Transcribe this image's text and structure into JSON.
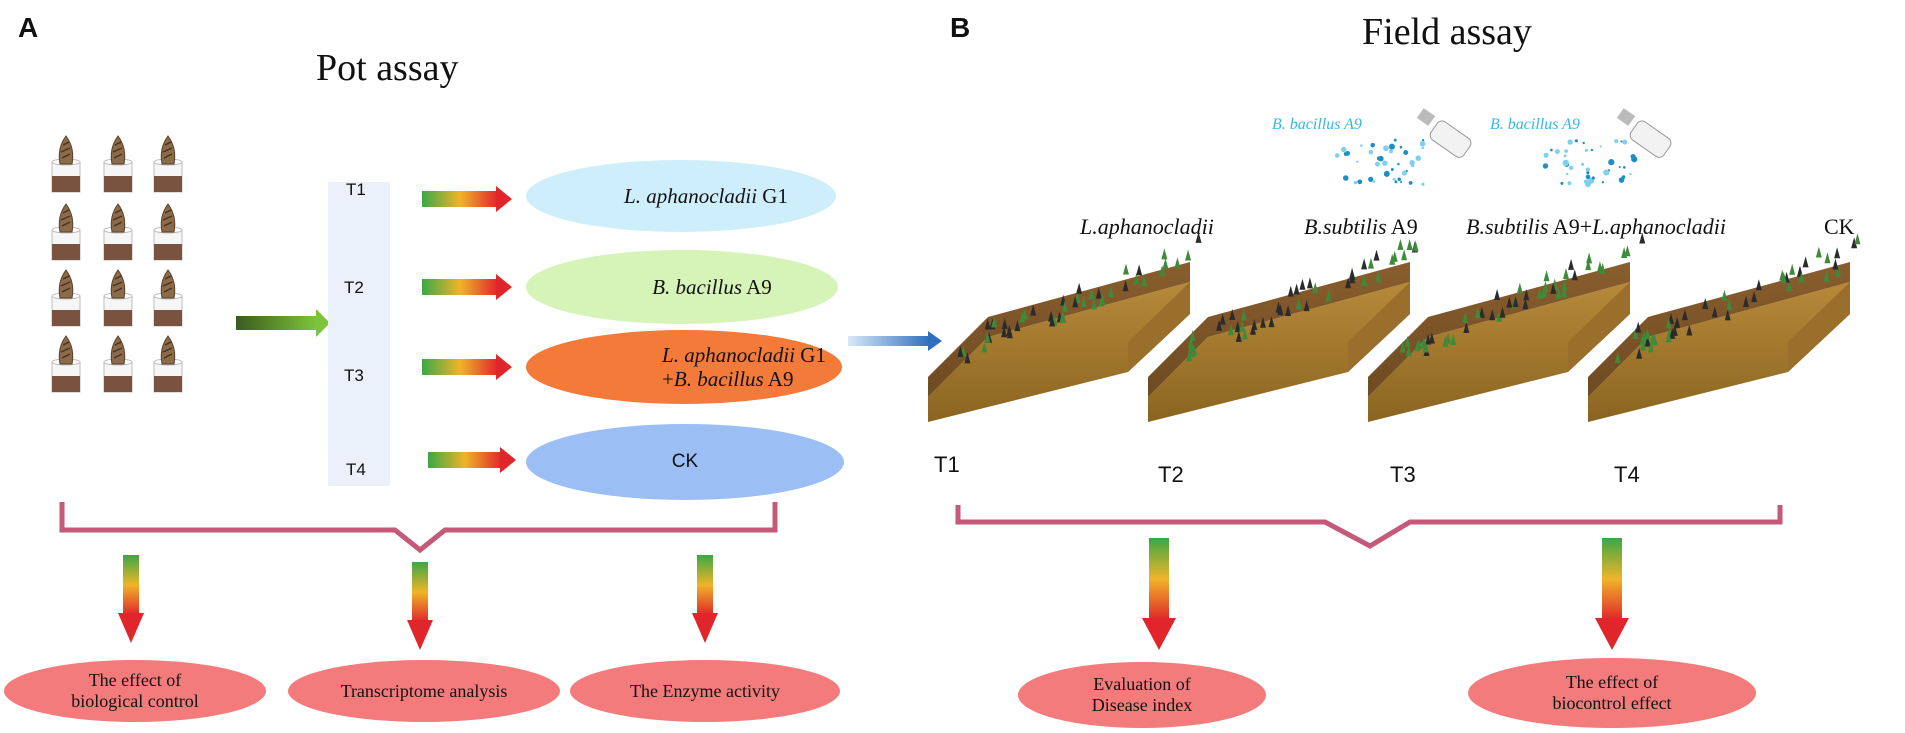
{
  "panel_a": {
    "letter": "A",
    "title": "Pot assay",
    "treatments": [
      "T1",
      "T2",
      "T3",
      "T4"
    ],
    "t1_label": {
      "italic": "L. aphanocladii",
      "rest": " G1"
    },
    "t2_label": {
      "italic": "B. bacillus",
      "rest": " A9"
    },
    "t3_label_line1": {
      "italic": "L. aphanocladii",
      "rest": " G1"
    },
    "t3_label_line2": {
      "prefix": "+",
      "italic": "B. bacillus",
      "rest": " A9"
    },
    "t4_label": "CK",
    "outputs": [
      {
        "line1": "The effect of",
        "line2": "biological control"
      },
      {
        "line1": "Transcriptome analysis",
        "line2": ""
      },
      {
        "line1": "The Enzyme activity",
        "line2": ""
      }
    ],
    "colors": {
      "t1": "#cfeefc",
      "t2": "#d6f3b8",
      "t3": "#f47a3a",
      "t4": "#9bbef4",
      "output": "#f37b7b",
      "bracket": "#c55a78"
    }
  },
  "panel_b": {
    "letter": "B",
    "title": "Field assay",
    "spray_label_1": "B. bacillus A9",
    "spray_label_2": "B. bacillus A9",
    "plot_headers": [
      {
        "italic": "L.aphanocladii",
        "rest": ""
      },
      {
        "italic": "B.subtilis",
        "rest": " A9"
      },
      {
        "italic": "B.subtilis",
        "rest": " A9+",
        "italic2": "L.aphanocladii"
      },
      {
        "italic": "",
        "rest": "CK"
      }
    ],
    "treatments": [
      "T1",
      "T2",
      "T3",
      "T4"
    ],
    "outputs": [
      {
        "line1": "Evaluation of",
        "line2": "Disease index"
      },
      {
        "line1": "The effect of",
        "line2": "biocontrol effect"
      }
    ]
  }
}
